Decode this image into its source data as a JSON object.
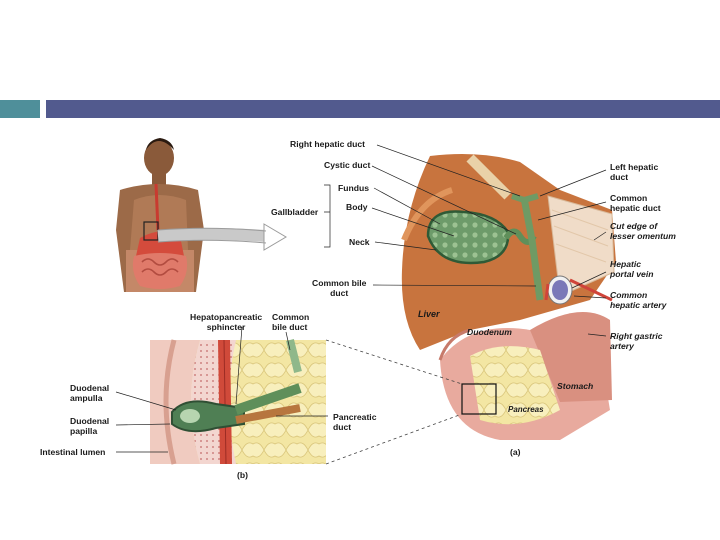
{
  "header": {
    "accent_color": "#4f8f9a",
    "bar_color": "#525a8e"
  },
  "labels": {
    "right_hepatic_duct": "Right hepatic duct",
    "cystic_duct": "Cystic duct",
    "fundus": "Fundus",
    "body": "Body",
    "gallbladder": "Gallbladder",
    "neck": "Neck",
    "common_bile_duct_a": "Common bile\nduct",
    "left_hepatic_duct": "Left hepatic\nduct",
    "common_hepatic_duct": "Common\nhepatic duct",
    "cut_edge": "Cut edge of\nlesser omentum",
    "hepatic_portal_vein": "Hepatic\nportal vein",
    "common_hepatic_artery": "Common\nhepatic artery",
    "right_gastric_artery": "Right gastric\nartery",
    "liver": "Liver",
    "duodenum": "Duodenum",
    "stomach": "Stomach",
    "pancreas": "Pancreas",
    "panel_a": "(a)",
    "hepatopancreatic_sphincter": "Hepatopancreatic\nsphincter",
    "common_bile_duct_b": "Common\nbile duct",
    "duodenal_ampulla": "Duodenal\nampulla",
    "duodenal_papilla": "Duodenal\npapilla",
    "intestinal_lumen": "Intestinal lumen",
    "pancreatic_duct": "Pancreatic\nduct",
    "panel_b": "(b)"
  }
}
